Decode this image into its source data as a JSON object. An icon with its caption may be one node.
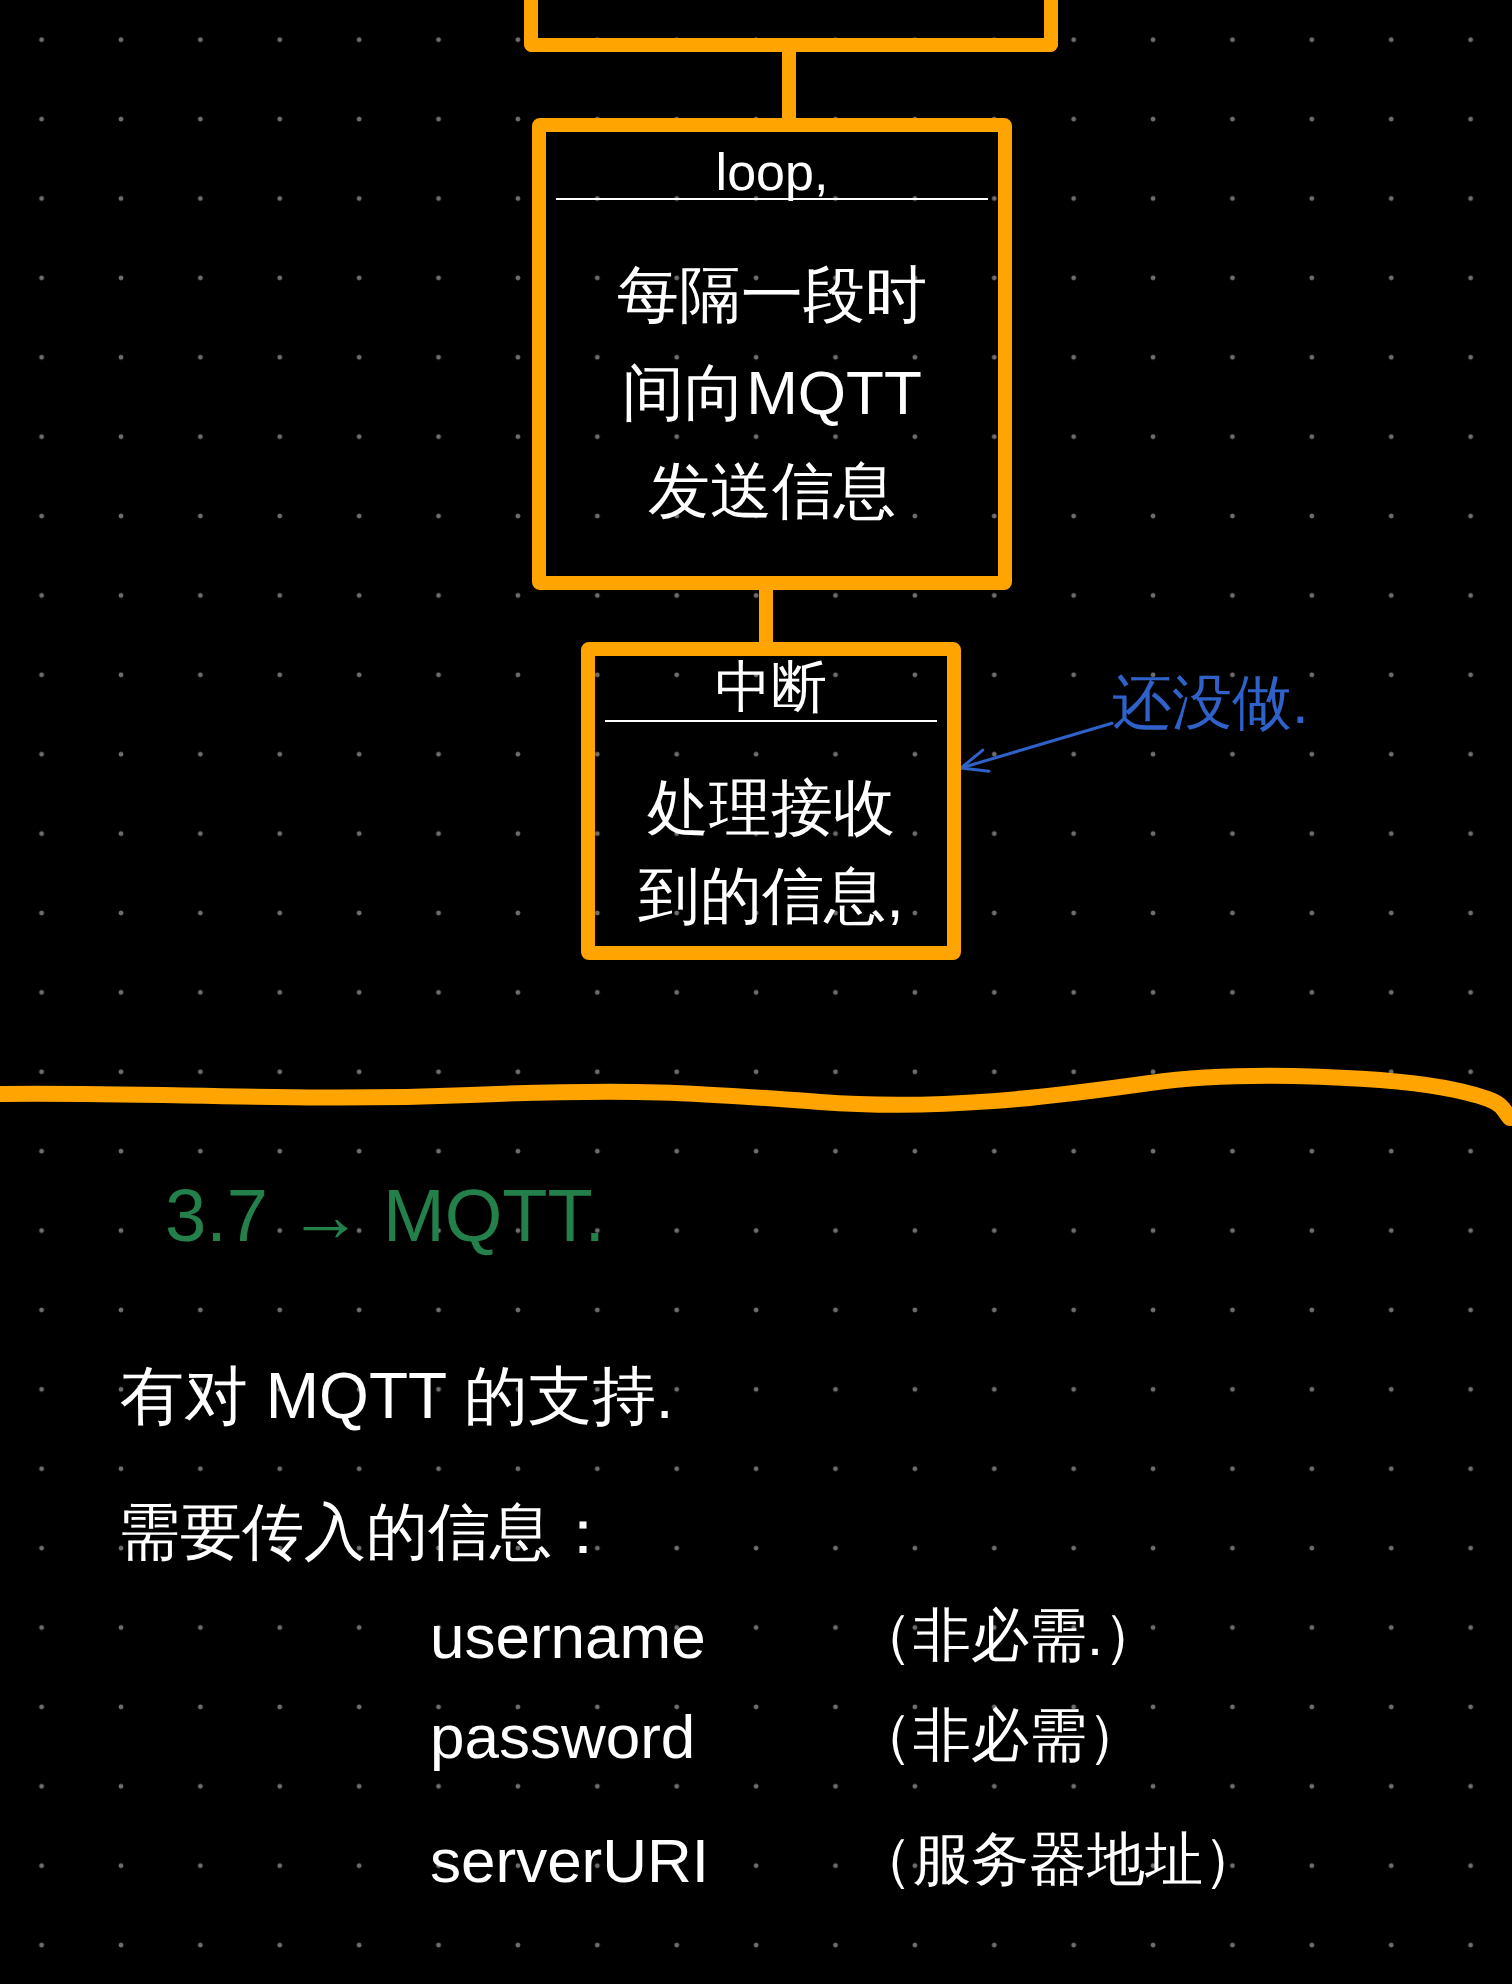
{
  "diagram": {
    "nodes": [
      {
        "text": [],
        "shape": "box"
      },
      {
        "text": [
          "loop,",
          "每隔一段时间向MQTT发送信息"
        ]
      },
      {
        "text": [
          "中断",
          "处理接收到的信息,"
        ]
      },
      {
        "text": [
          "还没做."
        ]
      }
    ],
    "edges": [
      {
        "from": 0,
        "to": 1,
        "arrow": "none"
      },
      {
        "from": 1,
        "to": 2,
        "arrow": "none"
      },
      {
        "from": 3,
        "to": 2,
        "arrow": "to",
        "color": "#2e62c9"
      }
    ],
    "labels": [
      "3.7 → MQTT.",
      "有对 MQTT 的支持.",
      "需要传入的信息：",
      "username",
      "（非必需.）",
      "password",
      "（非必需）",
      "serverURI",
      "（服务器地址）"
    ]
  }
}
